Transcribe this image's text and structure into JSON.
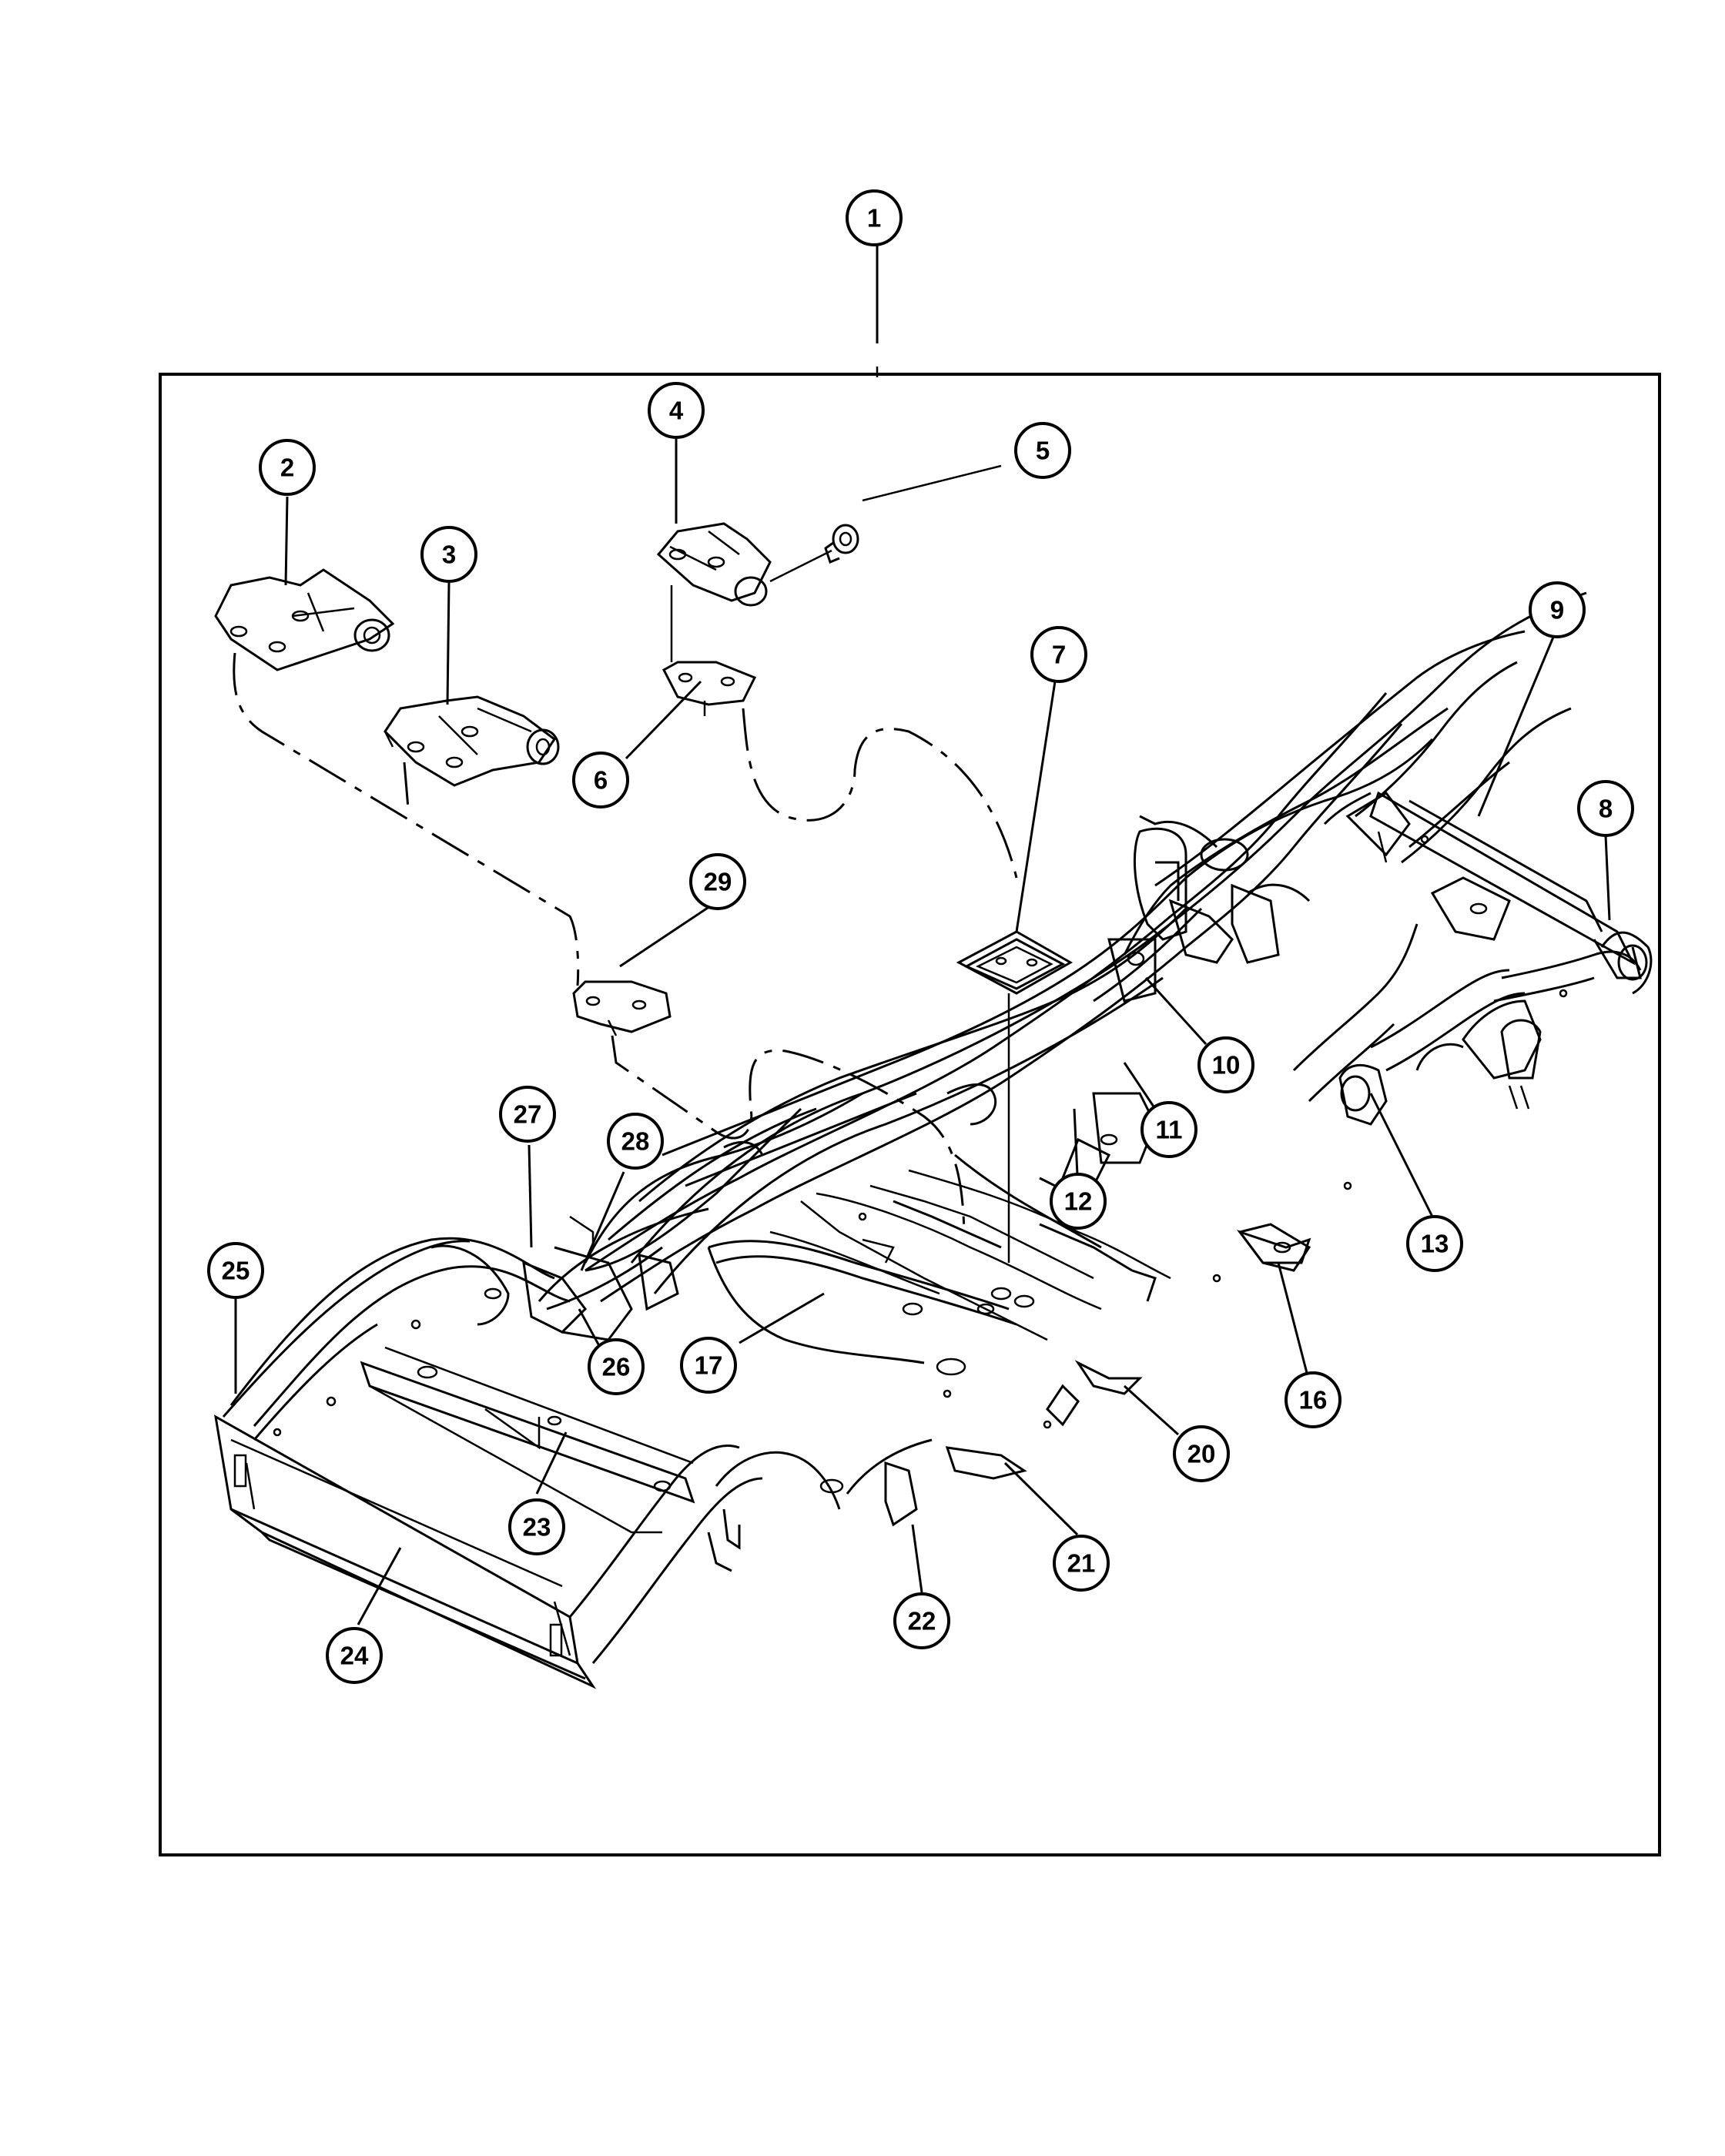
{
  "callouts": [
    {
      "id": "1",
      "label": "1"
    },
    {
      "id": "2",
      "label": "2"
    },
    {
      "id": "3",
      "label": "3"
    },
    {
      "id": "4",
      "label": "4"
    },
    {
      "id": "5",
      "label": "5"
    },
    {
      "id": "6",
      "label": "6"
    },
    {
      "id": "7",
      "label": "7"
    },
    {
      "id": "8",
      "label": "8"
    },
    {
      "id": "9",
      "label": "9"
    },
    {
      "id": "10",
      "label": "10"
    },
    {
      "id": "11",
      "label": "11"
    },
    {
      "id": "12",
      "label": "12"
    },
    {
      "id": "13",
      "label": "13"
    },
    {
      "id": "16",
      "label": "16"
    },
    {
      "id": "17",
      "label": "17"
    },
    {
      "id": "20",
      "label": "20"
    },
    {
      "id": "21",
      "label": "21"
    },
    {
      "id": "22",
      "label": "22"
    },
    {
      "id": "23",
      "label": "23"
    },
    {
      "id": "24",
      "label": "24"
    },
    {
      "id": "25",
      "label": "25"
    },
    {
      "id": "26",
      "label": "26"
    },
    {
      "id": "27",
      "label": "27"
    },
    {
      "id": "28",
      "label": "28"
    },
    {
      "id": "29",
      "label": "29"
    }
  ]
}
